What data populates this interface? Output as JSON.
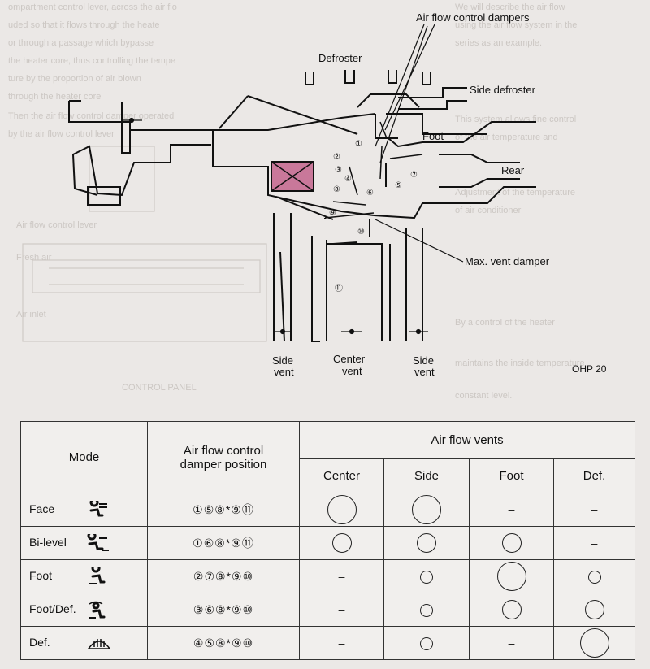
{
  "diagram": {
    "labels": {
      "air_flow_control_dampers": "Air flow control dampers",
      "defroster": "Defroster",
      "side_defroster": "Side defroster",
      "foot": "Foot",
      "rear": "Rear",
      "max_vent_damper": "Max. vent damper",
      "side_vent_left": [
        "Side",
        "vent"
      ],
      "center_vent": [
        "Center",
        "vent"
      ],
      "side_vent_right": [
        "Side",
        "vent"
      ]
    },
    "damper_numbers": [
      "①",
      "②",
      "③",
      "④",
      "⑤",
      "⑥",
      "⑦",
      "⑧",
      "⑨",
      "⑩",
      "⑪"
    ],
    "ref_code": "OHP 20"
  },
  "table": {
    "headers": {
      "mode": "Mode",
      "damper_position": [
        "Air flow control",
        "damper position"
      ],
      "vents": "Air flow vents",
      "center": "Center",
      "side": "Side",
      "foot": "Foot",
      "def": "Def."
    },
    "rows": [
      {
        "mode": "Face",
        "icon": "face-mode-icon",
        "positions": [
          "①",
          "⑤",
          "⑧*",
          "⑨",
          "⑪"
        ],
        "center": "large-circle",
        "side": "large-circle",
        "foot": "–",
        "def": "–"
      },
      {
        "mode": "Bi-level",
        "icon": "bi-level-mode-icon",
        "positions": [
          "①",
          "⑥",
          "⑧*",
          "⑨",
          "⑪"
        ],
        "center": "medium-circle",
        "side": "medium-circle",
        "foot": "medium-circle",
        "def": "–"
      },
      {
        "mode": "Foot",
        "icon": "foot-mode-icon",
        "positions": [
          "②",
          "⑦",
          "⑧*",
          "⑨",
          "⑩"
        ],
        "center": "–",
        "side": "small-circle",
        "foot": "large-circle",
        "def": "small-circle"
      },
      {
        "mode": "Foot/Def.",
        "icon": "foot-def-mode-icon",
        "positions": [
          "③",
          "⑥",
          "⑧*",
          "⑨",
          "⑩"
        ],
        "center": "–",
        "side": "small-circle",
        "foot": "medium-circle",
        "def": "medium-circle"
      },
      {
        "mode": "Def.",
        "icon": "def-mode-icon",
        "positions": [
          "④",
          "⑤",
          "⑧*",
          "⑨",
          "⑩"
        ],
        "center": "–",
        "side": "small-circle",
        "foot": "–",
        "def": "large-circle"
      }
    ]
  }
}
